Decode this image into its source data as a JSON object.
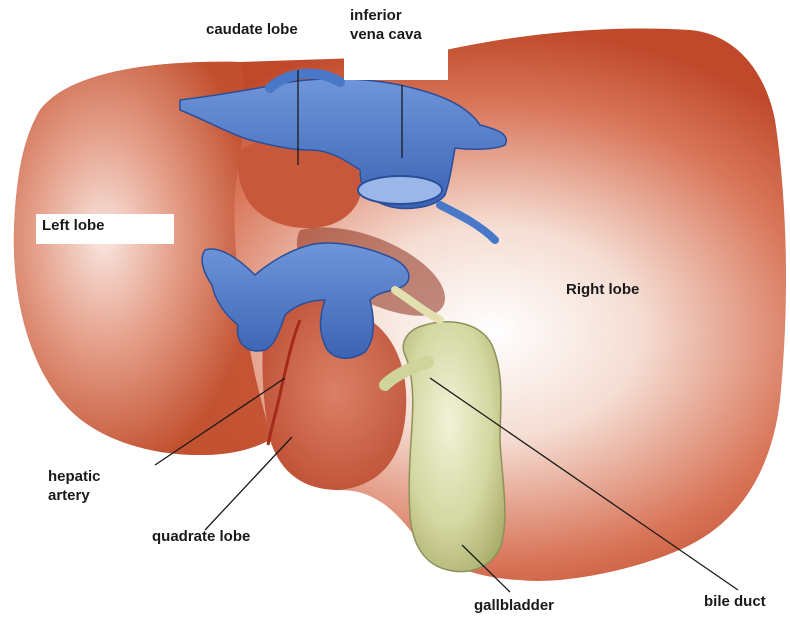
{
  "labels": {
    "caudate_lobe": "caudate lobe",
    "inferior_vena_cava_line1": "inferior",
    "inferior_vena_cava_line2": "vena cava",
    "left_lobe": "Left lobe",
    "right_lobe": "Right lobe",
    "hepatic_artery_line1": "hepatic",
    "hepatic_artery_line2": "artery",
    "quadrate_lobe": "quadrate lobe",
    "gallbladder": "gallbladder",
    "bile_duct": "bile duct"
  },
  "colors": {
    "liver": "#c8553a",
    "liver_highlight": "#f7e9e4",
    "vessel": "#4a78c8",
    "vessel_dark": "#2a4f9a",
    "gallbladder": "#cfd49a",
    "leader_line": "#1a1a1a"
  }
}
